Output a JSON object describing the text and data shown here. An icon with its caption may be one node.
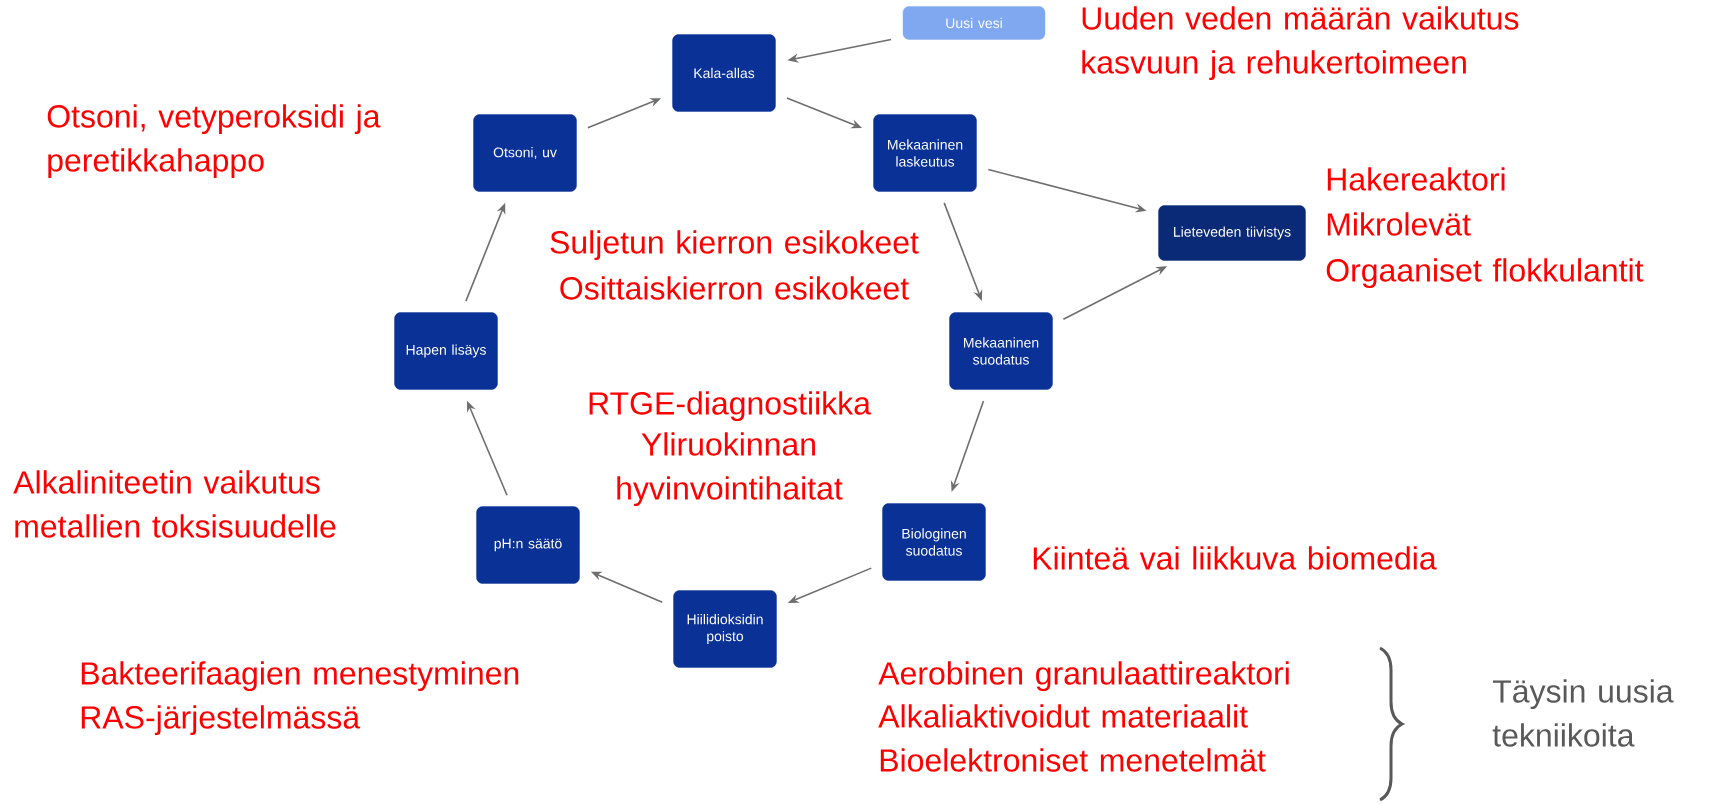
{
  "diagram": {
    "nodes": [
      {
        "text": [
          "Uusi vesi"
        ]
      },
      {
        "text": [
          "Kala-allas"
        ]
      },
      {
        "text": [
          "Otsoni, uv"
        ]
      },
      {
        "text": [
          "Mekaaninen laskeutus"
        ]
      },
      {
        "text": [
          "Lieteveden tiivistys"
        ]
      },
      {
        "text": [
          "Hapen lisäys"
        ]
      },
      {
        "text": [
          "Mekaaninen suodatus"
        ]
      },
      {
        "text": [
          "pH:n säätö"
        ]
      },
      {
        "text": [
          "Biologinen suodatus"
        ]
      },
      {
        "text": [
          "Hiilidioksidin poisto"
        ]
      }
    ],
    "edges": [
      {
        "from": 0,
        "to": 1,
        "arrow": "to"
      },
      {
        "from": 1,
        "to": 3,
        "arrow": "to"
      },
      {
        "from": 3,
        "to": 4,
        "arrow": "to"
      },
      {
        "from": 3,
        "to": 6,
        "arrow": "to"
      },
      {
        "from": 6,
        "to": 4,
        "arrow": "to"
      },
      {
        "from": 6,
        "to": 8,
        "arrow": "to"
      },
      {
        "from": 8,
        "to": 9,
        "arrow": "to"
      },
      {
        "from": 9,
        "to": 7,
        "arrow": "to"
      },
      {
        "from": 7,
        "to": 5,
        "arrow": "to"
      },
      {
        "from": 5,
        "to": 2,
        "arrow": "to"
      },
      {
        "from": 2,
        "to": 1,
        "arrow": "to"
      }
    ],
    "labels": [
      "Uuden veden määrän vaikutus kasvuun ja rehukertoimeen",
      "Otsoni, vetyperoksidi ja peretikkahappo",
      "Hakereaktori",
      "Mikrolevät",
      "Orgaaniset flokkulantit",
      "Suljetun kierron esikokeet",
      "Osittaiskierron esikokeet",
      "RTGE-diagnostiikka",
      "Yliruokinnan hyvinvointihaitat",
      "Alkaliniteetin vaikutus metallien toksisuudelle",
      "Kiinteä vai liikkuva biomedia",
      "Bakteerifaagien menestyminen RAS-järjestelmässä",
      "Aerobinen granulaattireaktori",
      "Alkaliaktivoidut materiaalit",
      "Bioelektroniset menetelmät",
      "Täysin uusia tekniikoita"
    ]
  }
}
